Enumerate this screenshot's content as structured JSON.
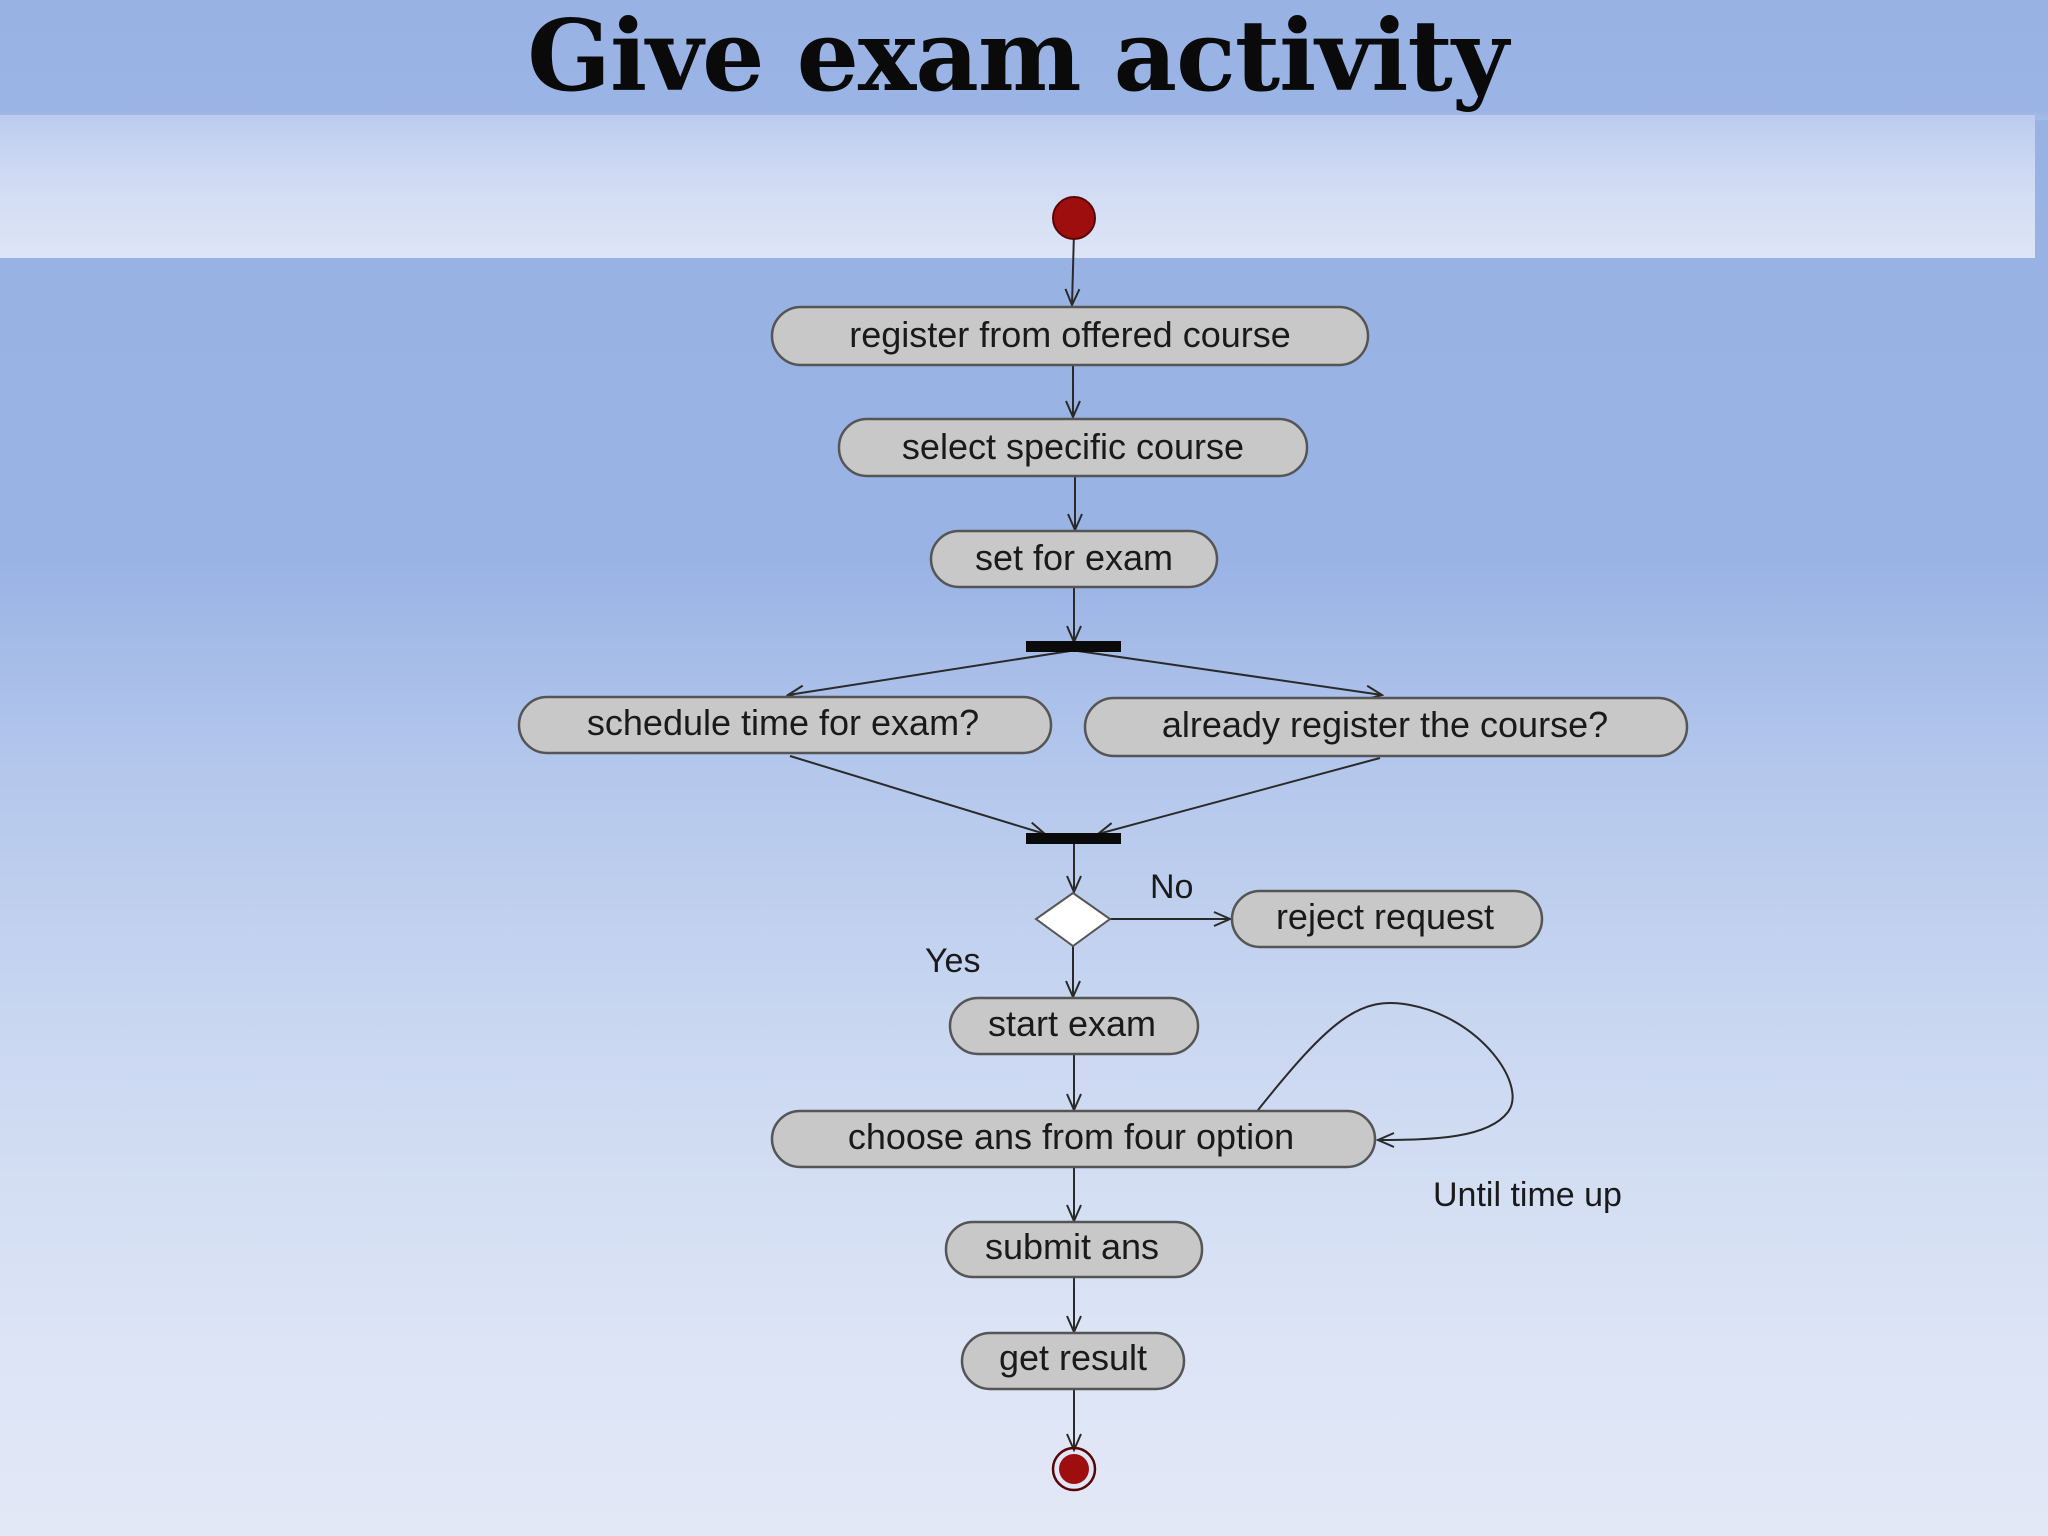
{
  "slide": {
    "title": "Give exam activity"
  },
  "diagram": {
    "type": "uml-activity",
    "nodes": {
      "register": "register from offered course",
      "select": "select specific course",
      "set_exam": "set for exam",
      "schedule": "schedule time for exam?",
      "already": "already register the course?",
      "reject": "reject request",
      "start": "start exam",
      "choose": "choose ans from four option",
      "submit": "submit ans",
      "result": "get result"
    },
    "labels": {
      "no": "No",
      "yes": "Yes",
      "loop": "Until time up"
    },
    "colors": {
      "node_fill": "#c8c8c8",
      "node_stroke": "#555555",
      "start_node": "#9e0e0e",
      "bar": "#0a0a0a",
      "edge": "#2a2a2a",
      "decision_fill": "#ffffff"
    }
  }
}
